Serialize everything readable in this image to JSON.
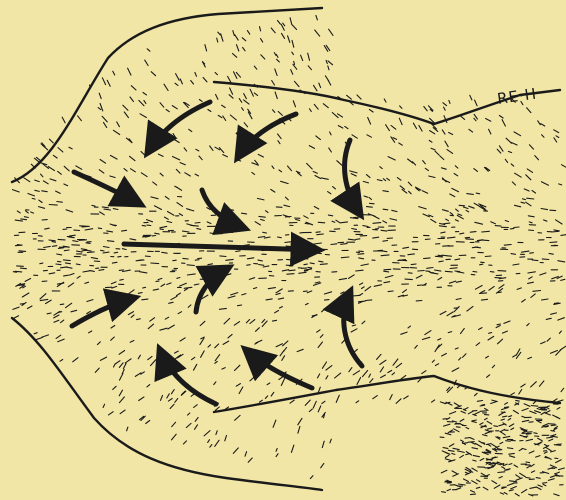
{
  "figure": {
    "background_color": "#f1e6a6",
    "ink_color": "#1a1a1a",
    "signature": "RE·H"
  },
  "arrows": [
    {
      "name": "center-arrow",
      "shape": "straight",
      "direction": "rightward"
    },
    {
      "name": "upper-left-outer-arrow",
      "shape": "straight",
      "direction": "down-right"
    },
    {
      "name": "upper-left-curved-arrow",
      "shape": "curved",
      "direction": "down-left"
    },
    {
      "name": "upper-middle-curved-arrow",
      "shape": "curved",
      "direction": "down-left"
    },
    {
      "name": "upper-inner-curved-arrow",
      "shape": "curved",
      "direction": "down-right"
    },
    {
      "name": "upper-right-curved-arrow",
      "shape": "curved",
      "direction": "downward"
    },
    {
      "name": "lower-left-outer-arrow",
      "shape": "straight",
      "direction": "up-right"
    },
    {
      "name": "lower-inner-curved-arrow",
      "shape": "curved",
      "direction": "up-right"
    },
    {
      "name": "lower-left-curved-arrow",
      "shape": "curved",
      "direction": "up-left"
    },
    {
      "name": "lower-middle-curved-arrow",
      "shape": "curved",
      "direction": "up-left"
    },
    {
      "name": "lower-right-curved-arrow",
      "shape": "curved",
      "direction": "upward"
    }
  ]
}
